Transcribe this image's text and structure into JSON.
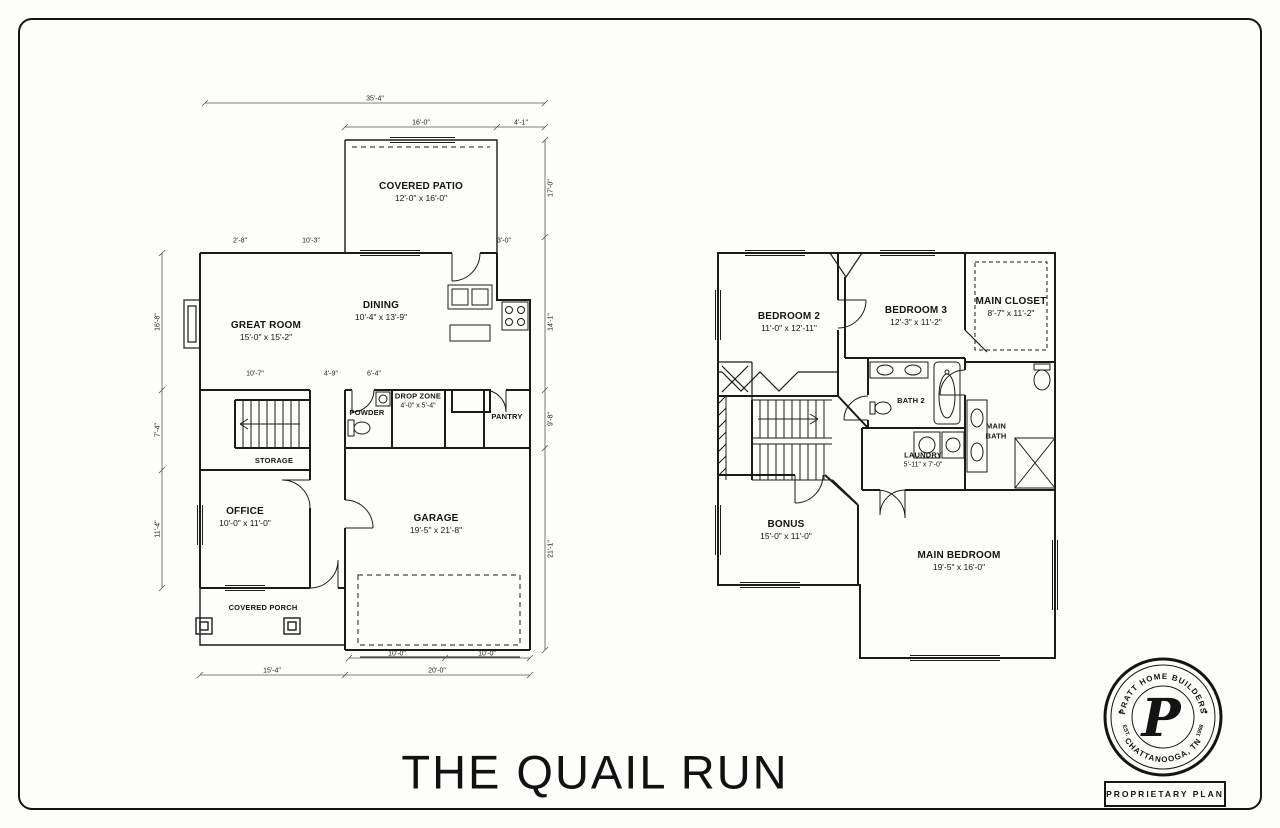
{
  "title": {
    "text": "THE QUAIL RUN"
  },
  "logo": {
    "arc_top": "PRATT HOME BUILDERS",
    "arc_bottom": "CHATTANOOGA, TN",
    "est": "EST.",
    "year": "1998",
    "monogram": "P",
    "badge": "PROPRIETARY PLAN"
  },
  "first_floor": {
    "rooms": {
      "covered_patio": {
        "name": "COVERED PATIO",
        "dims": "12'-0\" x 16'-0\""
      },
      "great_room": {
        "name": "GREAT ROOM",
        "dims": "15'-0\" x 15'-2\""
      },
      "dining": {
        "name": "DINING",
        "dims": "10'-4\" x 13'-9\""
      },
      "drop_zone": {
        "name": "DROP ZONE",
        "dims": "4'-0\" x 5'-4\""
      },
      "powder": {
        "name": "POWDER"
      },
      "pantry": {
        "name": "PANTRY"
      },
      "storage": {
        "name": "STORAGE"
      },
      "office": {
        "name": "OFFICE",
        "dims": "10'-0\" x 11'-0\""
      },
      "garage": {
        "name": "GARAGE",
        "dims": "19'-5\" x 21'-8\""
      },
      "covered_porch": {
        "name": "COVERED PORCH"
      }
    },
    "dims": [
      "35'-4\"",
      "16'-0\"",
      "4'-1\"",
      "17'-0\"",
      "14'-1\"",
      "9'-8\"",
      "21'-1\"",
      "16'-8\"",
      "7'-4\"",
      "11'-4\"",
      "10'-0\"",
      "10'-0\"",
      "15'-4\"",
      "20'-0\"",
      "10'-7\"",
      "4'-9\"",
      "6'-4\"",
      "2'-8\"",
      "10'-3\"",
      "3'-0\""
    ]
  },
  "second_floor": {
    "rooms": {
      "bedroom2": {
        "name": "BEDROOM 2",
        "dims": "11'-0\" x 12'-11\""
      },
      "bedroom3": {
        "name": "BEDROOM 3",
        "dims": "12'-3\" x 11'-2\""
      },
      "main_closet": {
        "name": "MAIN CLOSET",
        "dims": "8'-7\" x 11'-2\""
      },
      "bath2": {
        "name": "BATH 2"
      },
      "main_bath": {
        "name": "MAIN BATH"
      },
      "laundry": {
        "name": "LAUNDRY",
        "dims": "5'-11\" x 7'-0\""
      },
      "bonus": {
        "name": "BONUS",
        "dims": "15'-0\" x 11'-0\""
      },
      "main_bedroom": {
        "name": "MAIN BEDROOM",
        "dims": "19'-5\" x 16'-0\""
      }
    }
  }
}
